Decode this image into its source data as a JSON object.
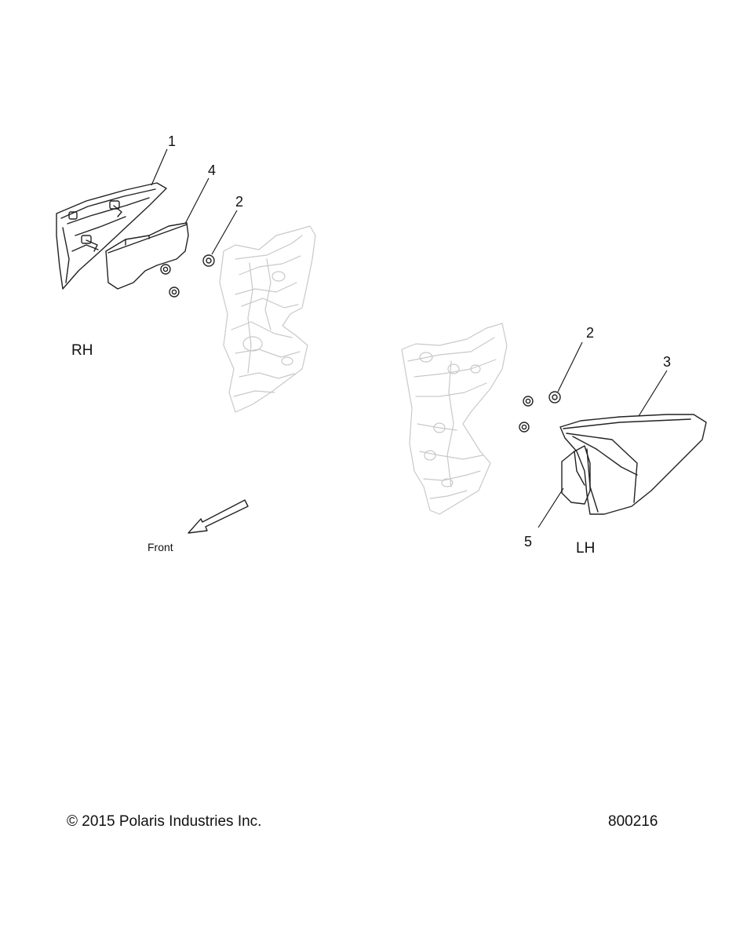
{
  "diagram": {
    "callouts": {
      "c1": "1",
      "c4": "4",
      "c2_rh": "2",
      "c2_lh": "2",
      "c3": "3",
      "c5": "5"
    },
    "side_labels": {
      "rh": "RH",
      "lh": "LH"
    },
    "direction_label": "Front"
  },
  "footer": {
    "copyright": "© 2015 Polaris Industries Inc.",
    "drawing_number": "800216"
  }
}
